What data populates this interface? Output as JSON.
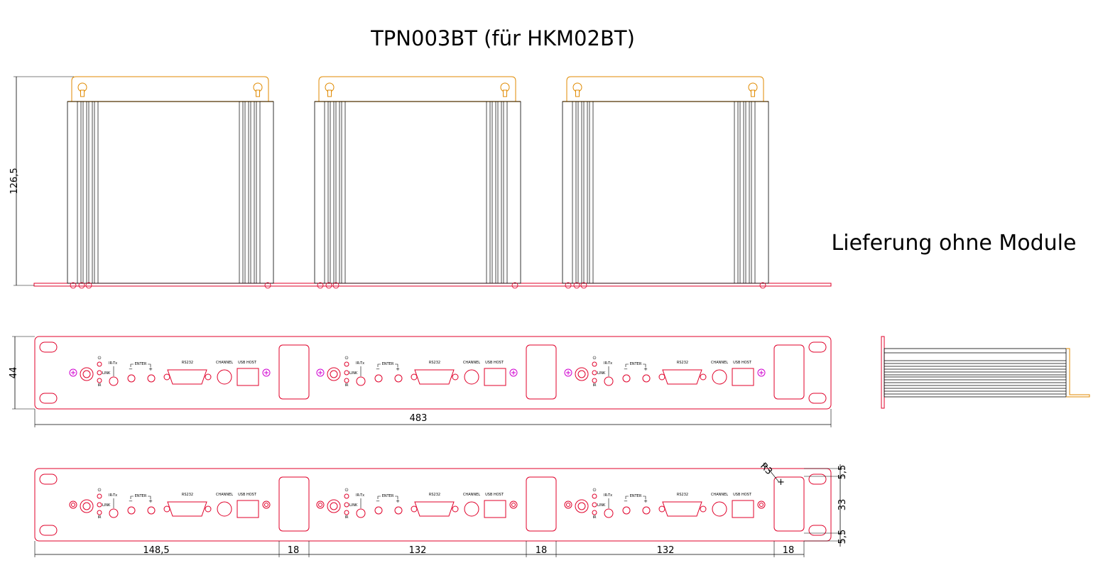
{
  "title": "TPN003BT (für HKM02BT)",
  "note": "Lieferung ohne Module",
  "dimensions": {
    "height": "126,5",
    "front_height": "44",
    "width": "483",
    "seg_first": "148,5",
    "seg_cut": "18",
    "seg_mid": "132",
    "cut_height": "33",
    "margin_top": "5,5",
    "margin_bottom": "5,5",
    "radius": "R3"
  },
  "module_labels": {
    "power": "⏻",
    "link": "LINK",
    "ir": "IR",
    "irtx": "IR-Tx",
    "enter": "ENTER",
    "minus": "−",
    "plus": "+",
    "rs232": "RS232",
    "channel": "CHANNEL",
    "usb_host": "USB HOST"
  },
  "colors": {
    "outline": "#e0002a",
    "bracket": "#e08a00",
    "screw": "#d000d0",
    "line": "#000000"
  }
}
